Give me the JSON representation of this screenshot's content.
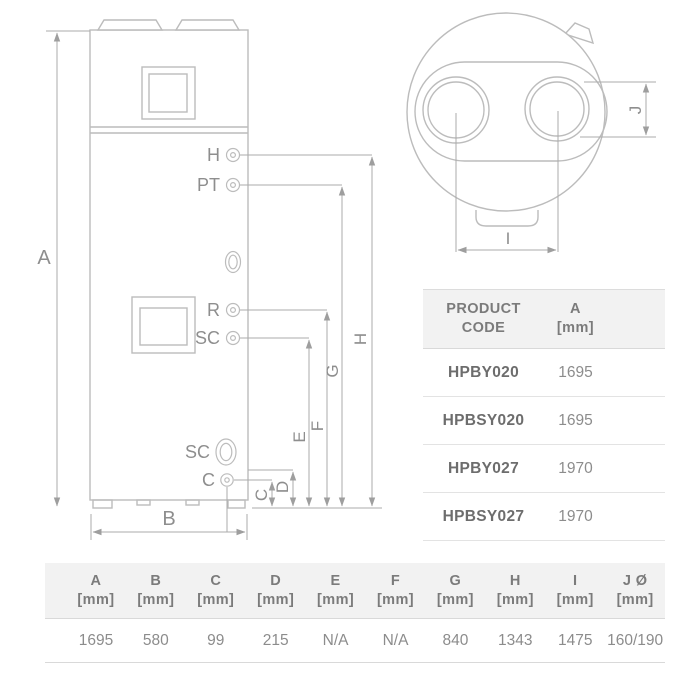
{
  "colors": {
    "line_art": "#bcbcbc",
    "dimension_lines": "#ababab",
    "arrow": "#9e9e9e",
    "label_text": "#8e8e8e",
    "table_header_bg": "#f2f2f2",
    "table_header_text": "#7b7b7b",
    "table_code_text": "#6d6d6d",
    "table_value_text": "#8c8c8c",
    "divider": "#d9d9d9"
  },
  "front_view": {
    "height_label": "A",
    "width_label": "B",
    "ports": {
      "h": "H",
      "pt": "PT",
      "r": "R",
      "sc_upper": "SC",
      "sc_lower": "SC",
      "c": "C"
    },
    "dims": {
      "c": "C",
      "d": "D",
      "e": "E",
      "f": "F",
      "g": "G",
      "h": "H"
    }
  },
  "top_view": {
    "duct_spacing_label": "I",
    "duct_diameter_label": "J"
  },
  "product_table": {
    "header": {
      "code_line1": "PRODUCT",
      "code_line2": "CODE",
      "a_line1": "A",
      "a_line2": "[mm]"
    },
    "rows": [
      {
        "code": "HPBY020",
        "a": "1695"
      },
      {
        "code": "HPBSY020",
        "a": "1695"
      },
      {
        "code": "HPBY027",
        "a": "1970"
      },
      {
        "code": "HPBSY027",
        "a": "1970"
      }
    ]
  },
  "dimensions_table": {
    "columns": [
      {
        "label": "A",
        "unit": "[mm]",
        "value": "1695"
      },
      {
        "label": "B",
        "unit": "[mm]",
        "value": "580"
      },
      {
        "label": "C",
        "unit": "[mm]",
        "value": "99"
      },
      {
        "label": "D",
        "unit": "[mm]",
        "value": "215"
      },
      {
        "label": "E",
        "unit": "[mm]",
        "value": "N/A"
      },
      {
        "label": "F",
        "unit": "[mm]",
        "value": "N/A"
      },
      {
        "label": "G",
        "unit": "[mm]",
        "value": "840"
      },
      {
        "label": "H",
        "unit": "[mm]",
        "value": "1343"
      },
      {
        "label": "I",
        "unit": "[mm]",
        "value": "1475"
      },
      {
        "label": "J Ø",
        "unit": "[mm]",
        "value": "160/190"
      }
    ]
  }
}
